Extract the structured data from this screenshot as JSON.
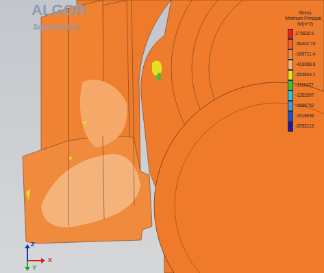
{
  "diagram": {
    "labels": [
      "ALGOR",
      "Superstation",
      "Stress",
      "Minimum Principal",
      "N/(m^2)",
      "X",
      "Y",
      "Z"
    ],
    "legend": [
      {
        "text": "279839.9",
        "color": "#e8231b"
      },
      {
        "text": "-56402.76",
        "color": "#f2612b"
      },
      {
        "text": "-166711.4",
        "color": "#f08a3c"
      },
      {
        "text": "-419066.6",
        "color": "#f5b37c"
      },
      {
        "text": "-654604.1",
        "color": "#e6e022"
      },
      {
        "text": "-1119437",
        "color": "#3cbf3c"
      },
      {
        "text": "-1352507",
        "color": "#28c8d8"
      },
      {
        "text": "-1686762",
        "color": "#3a9ae8"
      },
      {
        "text": "-1918936",
        "color": "#2050d8"
      },
      {
        "text": "-2052113",
        "color": "#1a1a9a"
      }
    ]
  }
}
